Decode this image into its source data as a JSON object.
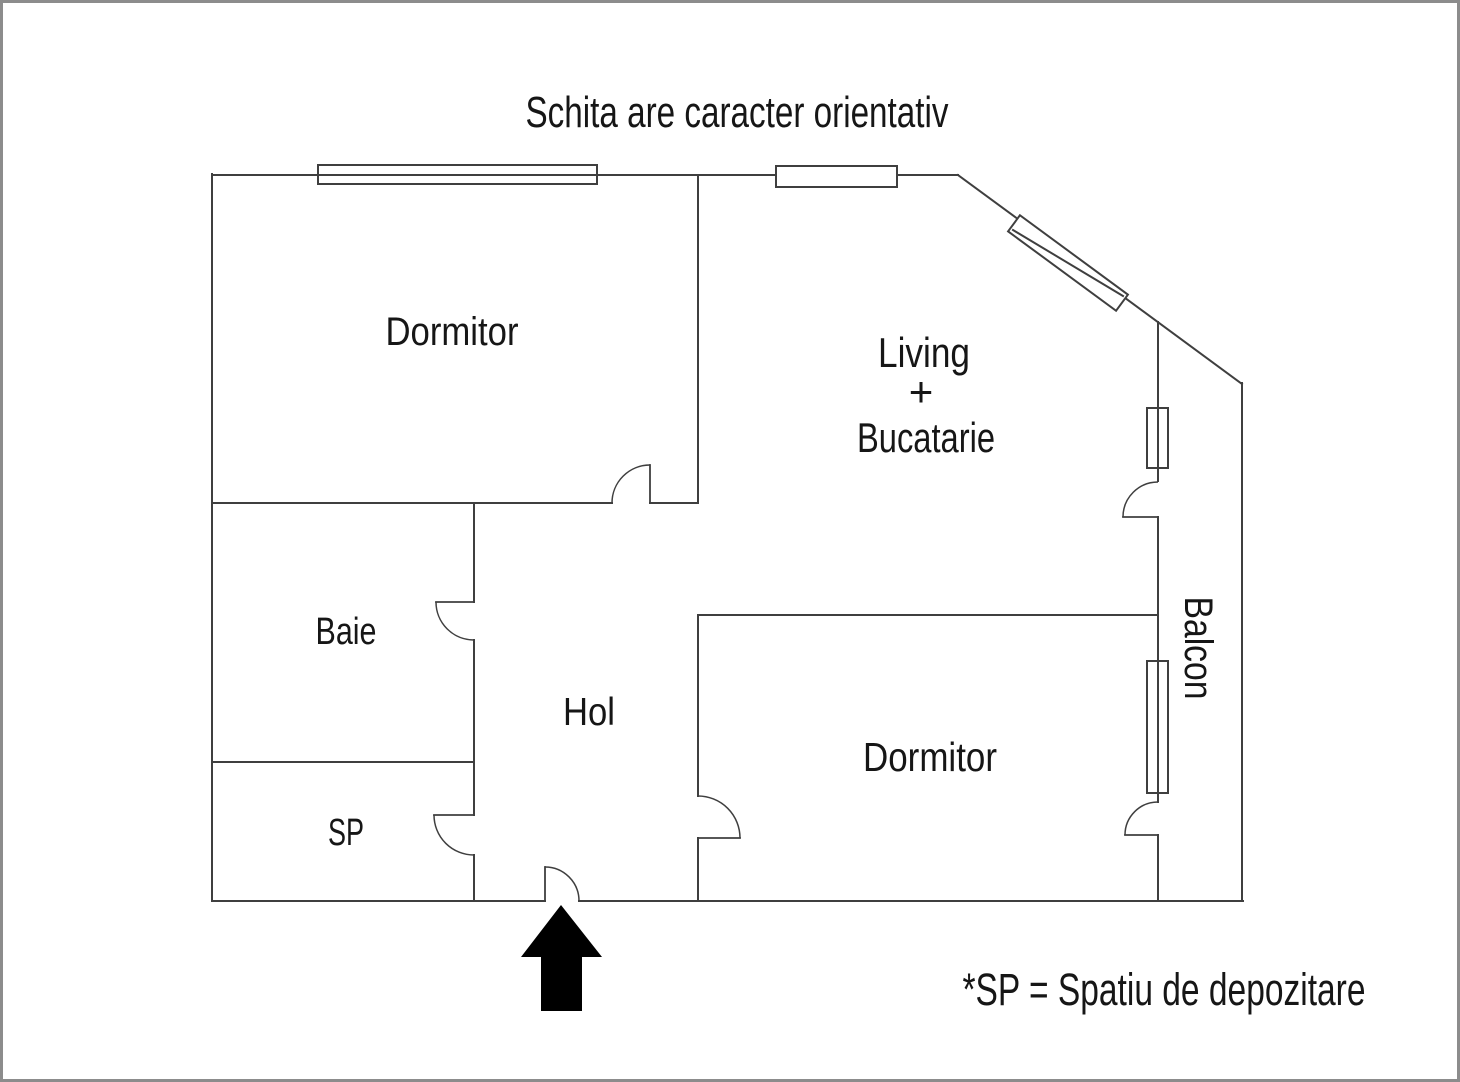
{
  "title": "Schita are caracter orientativ",
  "footnote": "*SP = Spatiu de depozitare",
  "rooms": {
    "dormitor_top": {
      "label": "Dormitor"
    },
    "living": {
      "line1": "Living",
      "line2": "+",
      "line3": "Bucatarie"
    },
    "baie": {
      "label": "Baie"
    },
    "hol": {
      "label": "Hol"
    },
    "sp": {
      "label": "SP"
    },
    "dormitor_bottom": {
      "label": "Dormitor"
    },
    "balcon": {
      "label": "Balcon"
    }
  },
  "legend": {
    "entrance_marker": "entrance-arrow"
  },
  "colors": {
    "wall": "#3f3f3f",
    "text": "#161616",
    "frame": "#8c8c8c",
    "arrow": "#000000",
    "background": "#ffffff"
  }
}
